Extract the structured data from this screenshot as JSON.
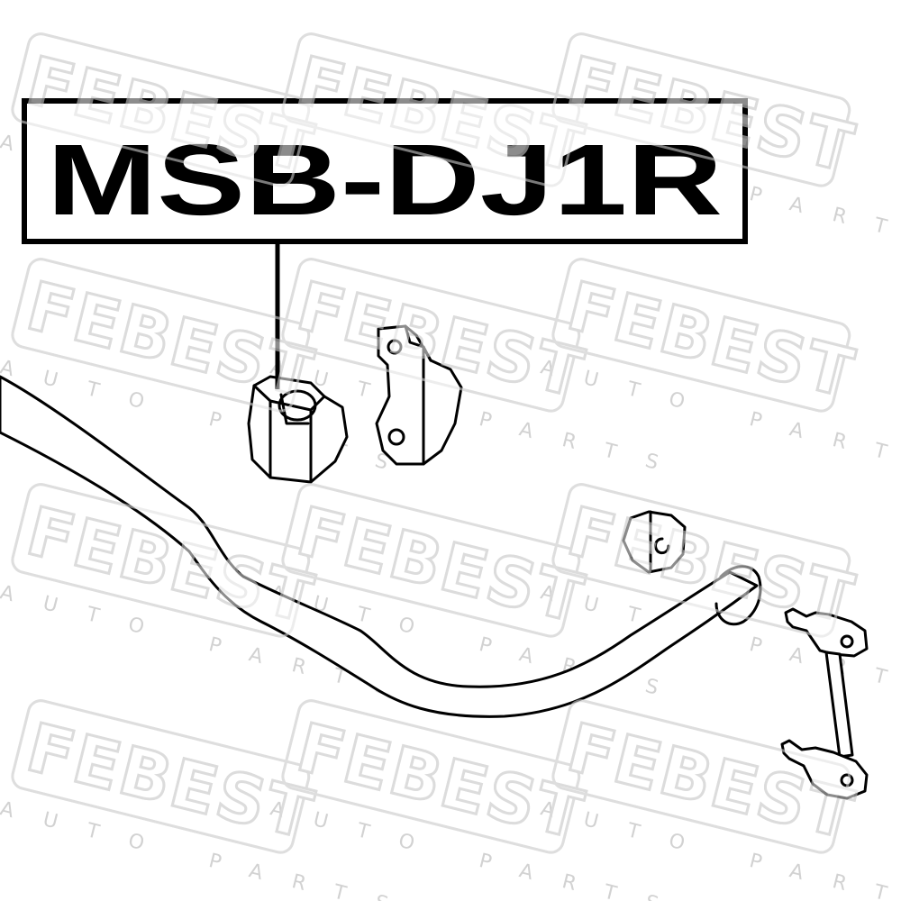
{
  "part_number": "MSB-DJ1R",
  "watermark": {
    "brand": "FEBEST",
    "tagline": "AUTO PARTS"
  },
  "colors": {
    "ink": "#000000",
    "watermark": "#dcdcdc",
    "background": "#ffffff"
  },
  "parts": [
    "stabilizer-bar",
    "stabilizer-bushing",
    "bushing-bracket",
    "end-bushing",
    "stabilizer-link"
  ]
}
